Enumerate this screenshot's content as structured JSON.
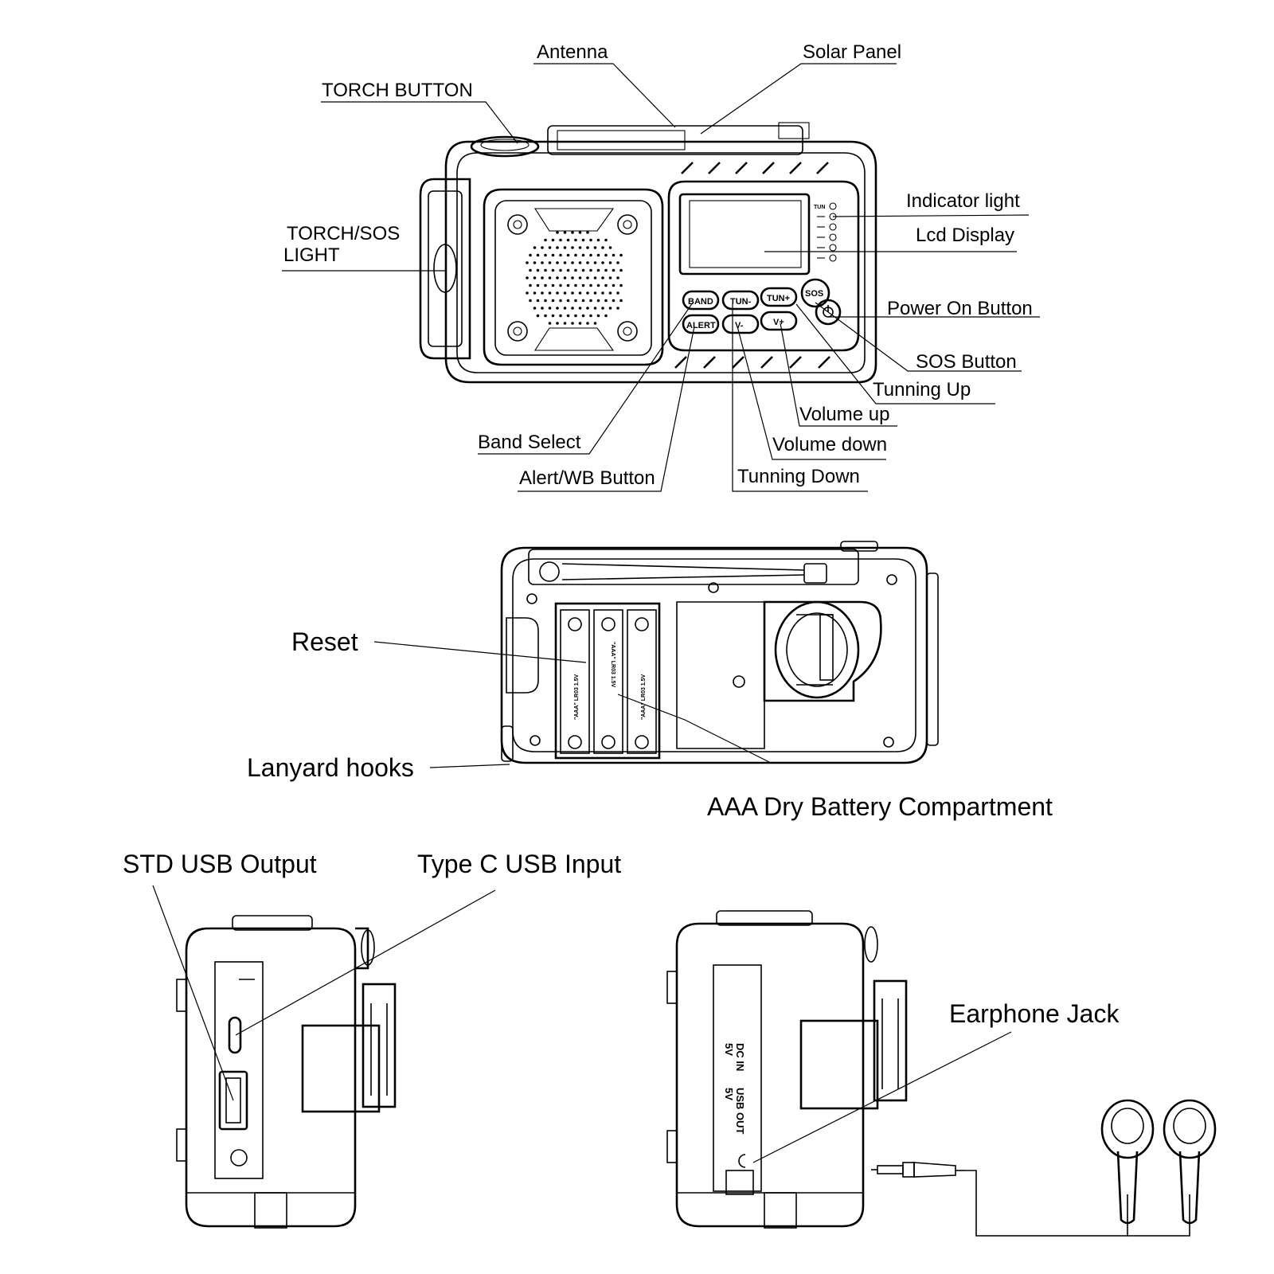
{
  "front_view": {
    "labels": {
      "antenna": "Antenna",
      "solar_panel": "Solar Panel",
      "torch_button": "TORCH BUTTON",
      "torch_sos_light_1": "TORCH/SOS",
      "torch_sos_light_2": "LIGHT",
      "indicator_light": "Indicator light",
      "lcd_display": "Lcd Display",
      "power_on_button": "Power On Button",
      "sos_button": "SOS Button",
      "tunning_up": "Tunning Up",
      "volume_up": "Volume up",
      "volume_down": "Volume down",
      "tunning_down": "Tunning Down",
      "band_select": "Band Select",
      "alert_wb_button": "Alert/WB Button"
    },
    "device_text": {
      "band": "BAND",
      "alert": "ALERT",
      "tun_minus": "TUN-",
      "tun_plus": "TUN+",
      "v_minus": "V-",
      "v_plus": "V+",
      "sos": "SOS",
      "tun_indicator": "TUN"
    }
  },
  "back_view": {
    "labels": {
      "reset": "Reset",
      "lanyard_hooks": "Lanyard hooks",
      "battery_compartment": "AAA Dry Battery Compartment"
    },
    "device_text": {
      "battery_label": "\"AAA\" LR03 1.5V"
    }
  },
  "side_views": {
    "labels": {
      "std_usb_output": "STD USB Output",
      "type_c_usb_input": "Type C  USB Input",
      "earphone_jack": "Earphone Jack"
    },
    "device_text": {
      "dc_in": "DC IN",
      "dc_in_v": "5V",
      "usb_out": "USB OUT",
      "usb_out_v": "5V"
    }
  }
}
